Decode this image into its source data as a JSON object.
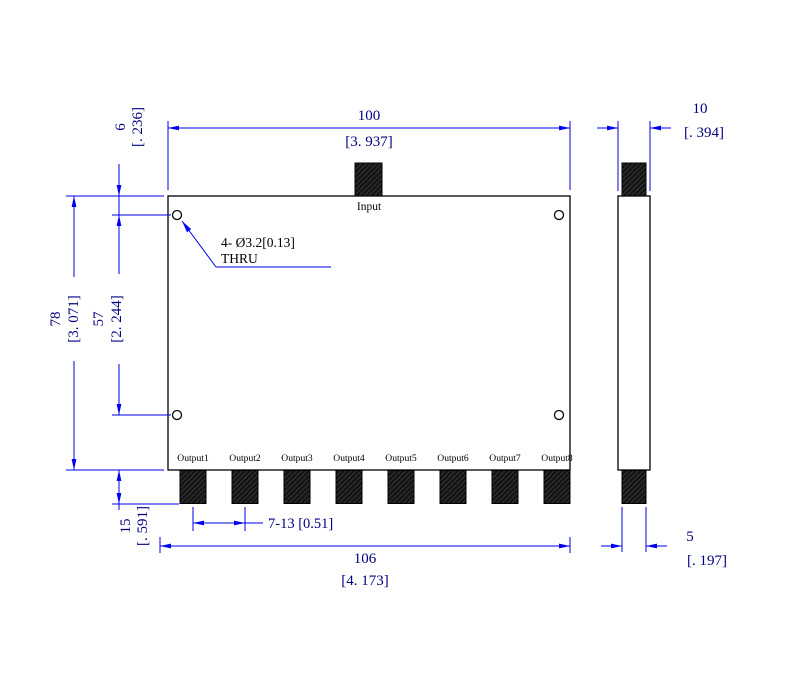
{
  "front_view": {
    "input_label": "Input",
    "output_labels": [
      "Output1",
      "Output2",
      "Output3",
      "Output4",
      "Output5",
      "Output6",
      "Output7",
      "Output8"
    ],
    "hole_callout": {
      "line1": "4- Ø3.2[0.13]",
      "line2": "THRU"
    }
  },
  "dimensions": {
    "width": {
      "mm": "100",
      "inch": "[3. 937]"
    },
    "edge_to_hole": {
      "mm": "6",
      "inch": "[. 236]"
    },
    "height": {
      "mm": "78",
      "inch": "[3. 071]"
    },
    "hole_spacing": {
      "mm": "57",
      "inch": "[2. 244]"
    },
    "connector_length": {
      "mm": "15",
      "inch": "[. 591]"
    },
    "port_pitch": "7-13 [0.51]",
    "overall_width": {
      "mm": "106",
      "inch": "[4. 173]"
    },
    "depth": {
      "mm": "10",
      "inch": "[. 394]"
    },
    "connector_width": {
      "mm": "5",
      "inch": "[. 197]"
    }
  },
  "colors": {
    "outline": "#000000",
    "dim_line": "#0000ee",
    "dim_text": "#000080",
    "label_text": "#000000"
  }
}
